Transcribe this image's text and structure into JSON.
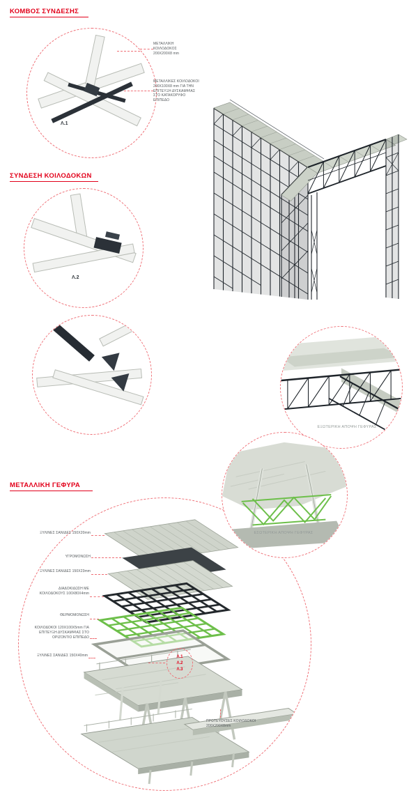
{
  "colors": {
    "accent_red": "#e2001a",
    "dashed_red": "#ef6f76",
    "steel_dark": "#1d2329",
    "deck_light": "#ccd2c8",
    "insulation_green": "#6dbf4a",
    "annotation_grey": "#52575a",
    "view_label_grey": "#939a98"
  },
  "headings": {
    "connection_node": "ΚΟΜΒΟΣ ΣΥΝΔΕΣΗΣ",
    "beam_connection": "ΣΥΝΔΕΣΗ ΚΟΙΛΟΔΟΚΩΝ",
    "metal_bridge": "ΜΕΤΑΛΛΙΚΗ ΓΕΦΥΡΑ"
  },
  "detail_labels": {
    "l1": "Λ.1",
    "l2": "Λ.2",
    "l3": "Λ.3"
  },
  "node_annotations": {
    "beam_200": "ΜΕΤΑΛΛΙΚΗ ΚΟΙΛΟΔΟΚΟΣ 200Χ200Χ8 mm",
    "beam_200_100": "ΜΕΤΑΛΛΙΚΕΣ ΚΟΙΛΟΔΟΚΟΙ 200Χ100Χ8 mm ΓΙΑ ΤΗΝ ΕΠΙΤΕΥΞΗ ΔΥΣΚΑΜΨΙΑΣ ΣΤΟ ΚΑΤΑΚΟΡΥΦΟ ΕΠΙΠΕΔΟ"
  },
  "view_labels": {
    "exterior": "ΕΞΩΤΕΡΙΚΗ ΑΠΟΨΗ ΓΕΦΥΡΑΣ",
    "interior": "ΕΣΩΤΕΡΙΚΗ ΑΠΟΨΗ ΓΕΦΥΡΑΣ"
  },
  "bridge_annotations": {
    "planks_20": "ΞΥΛΙΝΕΣ ΣΑΝΙΔΕΣ 150Χ20mm",
    "waterproofing": "ΥΓΡΟΜΟΝΩΣΗ",
    "planks_23": "ΞΥΛΙΝΕΣ ΣΑΝΙΔΕΣ 150Χ23mm",
    "joists": "ΔΙΑΔΟΚΙΔΩΣΗ ΜΕ ΚΟΙΛΟΔΟΚΟΥΣ 100Χ80Χ4mm",
    "thermal": "ΘΕΡΜΟΜΟΝΩΣΗ",
    "stiffness_beams": "ΚΟΙΛΟΔΟΚΟΙ 120Χ100Χ5mm ΓΙΑ ΕΠΙΤΕΥΞΗ ΔΥΣΚΑΜΨΙΑΣ ΣΤΟ ΟΡΙΖΟΝΤΙΟ ΕΠΙΠΕΔΟ",
    "planks_40": "ΞΥΛΙΝΕΣ ΣΑΝΙΔΕΣ 150Χ40mm",
    "primary_beams": "ΠΡΩΤΕΥΟΥΣΕΣ ΚΟΙΛΟΔΟΚΟΙ 200Χ200Χ8mm"
  }
}
